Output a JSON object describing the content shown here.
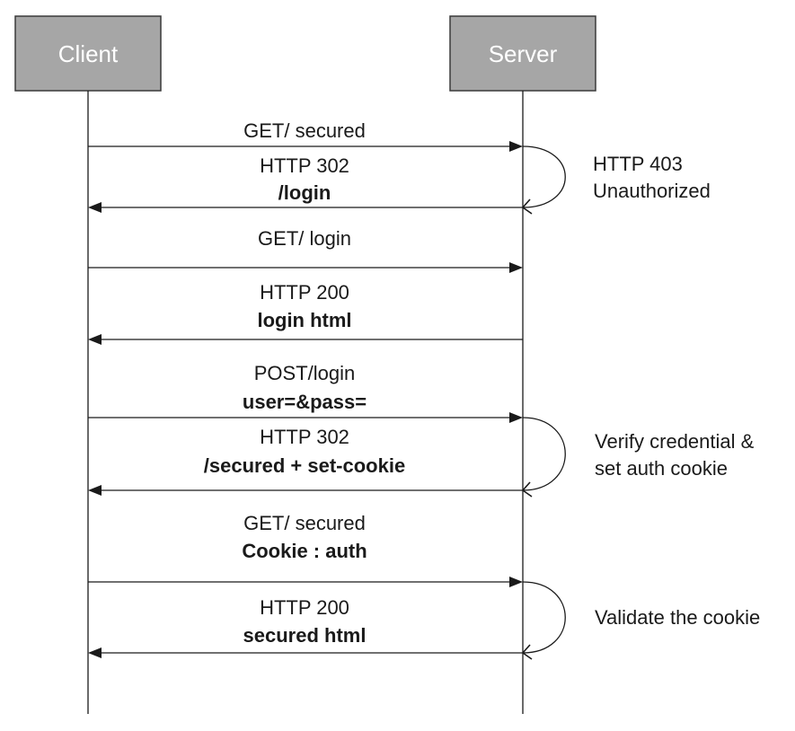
{
  "actors": {
    "client": "Client",
    "server": "Server"
  },
  "messages": [
    {
      "line1": "GET/ secured",
      "line2": ""
    },
    {
      "line1": "HTTP 302",
      "line2": "/login"
    },
    {
      "line1": "GET/ login",
      "line2": ""
    },
    {
      "line1": "HTTP 200",
      "line2": "login html"
    },
    {
      "line1": "POST/login",
      "line2": "user=&pass="
    },
    {
      "line1": "HTTP 302",
      "line2": "/secured + set-cookie"
    },
    {
      "line1": "GET/ secured",
      "line2": "Cookie : auth"
    },
    {
      "line1": "HTTP 200",
      "line2": "secured html"
    }
  ],
  "notes": [
    {
      "line1": "HTTP 403",
      "line2": "Unauthorized"
    },
    {
      "line1": "Verify credential &",
      "line2": "set auth cookie"
    },
    {
      "line1": "Validate the cookie",
      "line2": ""
    }
  ]
}
